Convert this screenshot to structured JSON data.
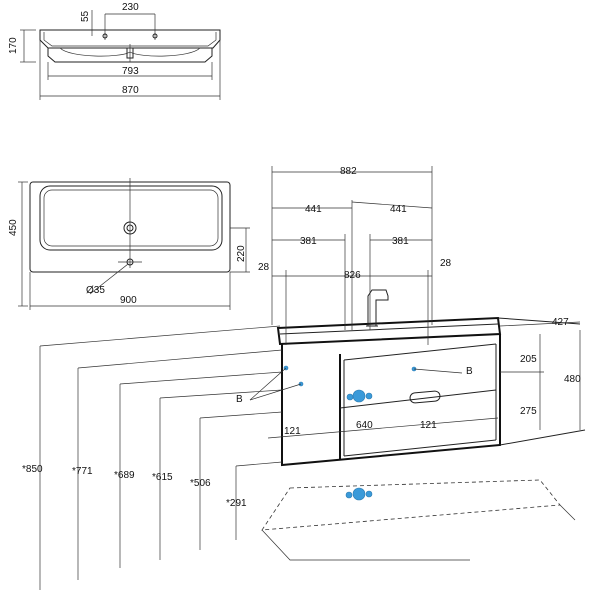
{
  "top_view": {
    "dims": {
      "d55": "55",
      "d230": "230",
      "d170": "170",
      "d793": "793",
      "d870": "870"
    }
  },
  "plan_view": {
    "dims": {
      "d450": "450",
      "d220": "220",
      "d35": "Ø35",
      "d900": "900"
    }
  },
  "front_view": {
    "dims": {
      "d882": "882",
      "d441a": "441",
      "d441b": "441",
      "d381a": "381",
      "d381b": "381",
      "d28a": "28",
      "d28b": "28",
      "d826": "826",
      "d427": "427",
      "d205": "205",
      "d480": "480",
      "d275": "275",
      "d121a": "121",
      "d640": "640",
      "d121b": "121",
      "h850": "*850",
      "h771": "*771",
      "h689": "*689",
      "h615": "*615",
      "h506": "*506",
      "h291": "*291"
    },
    "labels": {
      "b_left": "B",
      "b_right": "B"
    }
  }
}
